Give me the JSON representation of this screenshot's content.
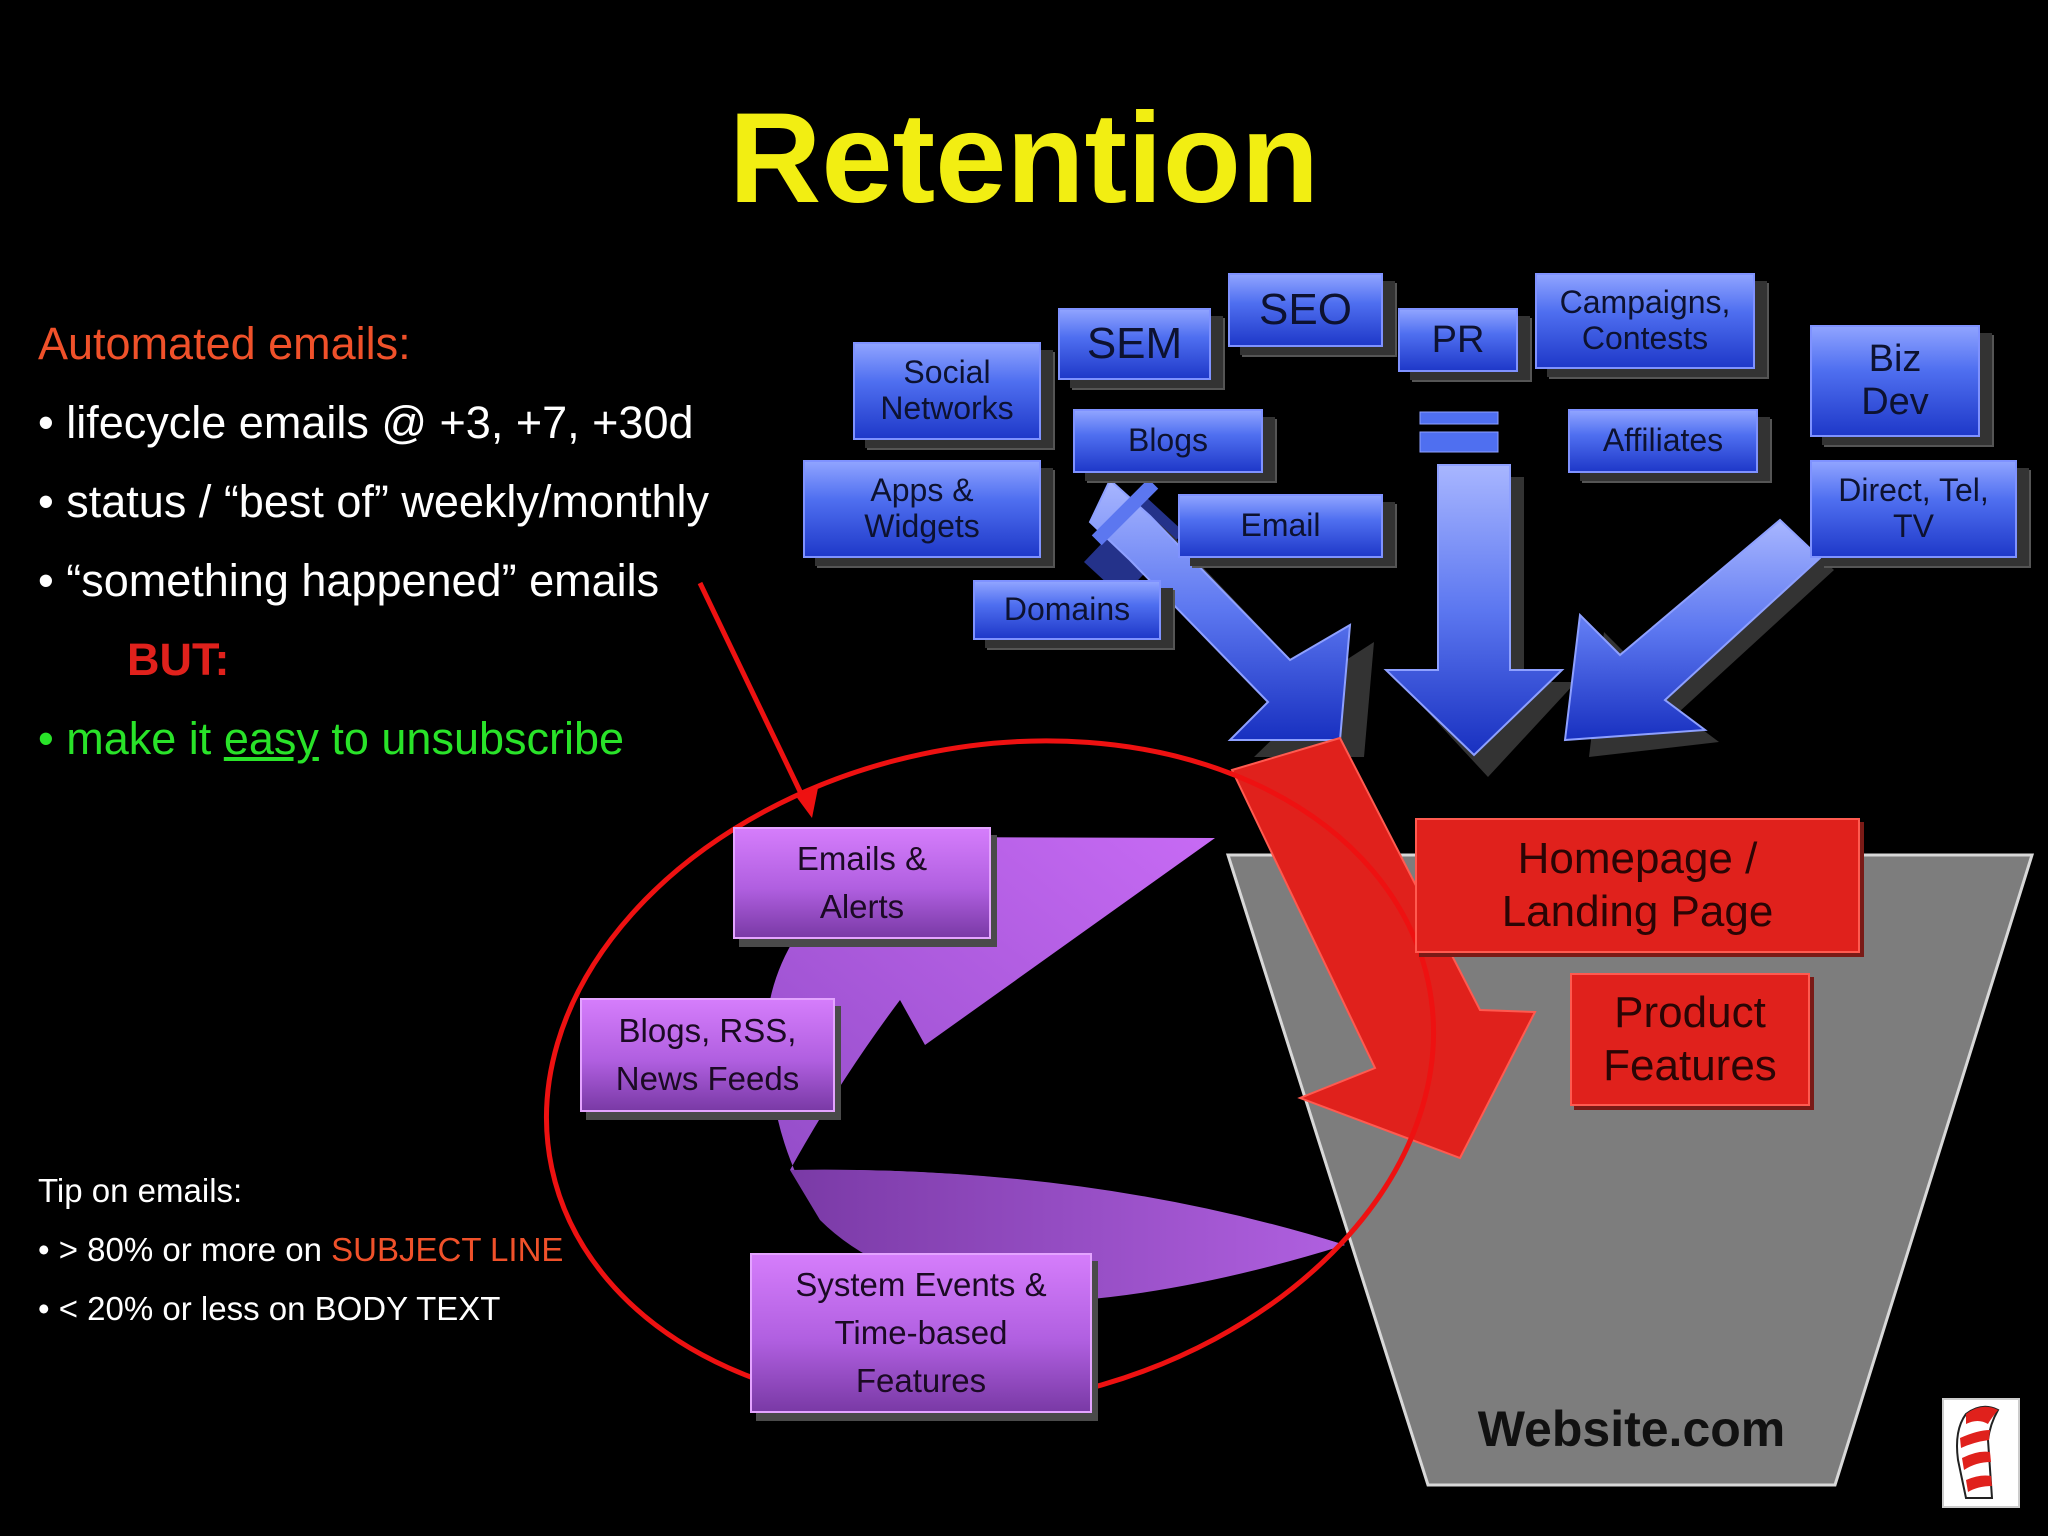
{
  "title": "Retention",
  "left_panel": {
    "heading": "Automated emails:",
    "bullets": [
      "• lifecycle emails @ +3, +7, +30d",
      "• status / “best of” weekly/monthly",
      "• “something happened” emails"
    ],
    "but_label": "BUT:",
    "final_bullet": {
      "prefix": "• make it ",
      "emphasis": "easy",
      "suffix": " to unsubscribe"
    }
  },
  "tip": {
    "heading": "Tip on emails:",
    "line1_prefix": "• > 80% or more on ",
    "line1_highlight": "SUBJECT LINE",
    "line2": "• < 20% or less on BODY TEXT"
  },
  "channels": {
    "social_networks": "Social Networks",
    "sem": "SEM",
    "seo": "SEO",
    "pr": "PR",
    "campaigns": "Campaigns, Contests",
    "biz_dev": "Biz Dev",
    "blogs": "Blogs",
    "affiliates": "Affiliates",
    "apps_widgets": "Apps & Widgets",
    "email": "Email",
    "direct": "Direct, Tel, TV",
    "domains": "Domains"
  },
  "retention_sources": {
    "emails_alerts": "Emails & Alerts",
    "blogs_rss": "Blogs, RSS, News Feeds",
    "system_events": "System Events & Time-based Features"
  },
  "website": {
    "homepage": "Homepage / Landing Page",
    "product_features": "Product Features",
    "name": "Website.com"
  },
  "colors": {
    "title": "#f2ee12",
    "heading": "#f0512a",
    "but": "#e0211c",
    "unsubscribe": "#29e329",
    "subject_line": "#f0512a",
    "channel_box": "#3a57e6",
    "retention_box": "#b763e6",
    "highlight_box": "#e0211c",
    "funnel": "#7d7d7d",
    "circle": "#ee1111"
  }
}
